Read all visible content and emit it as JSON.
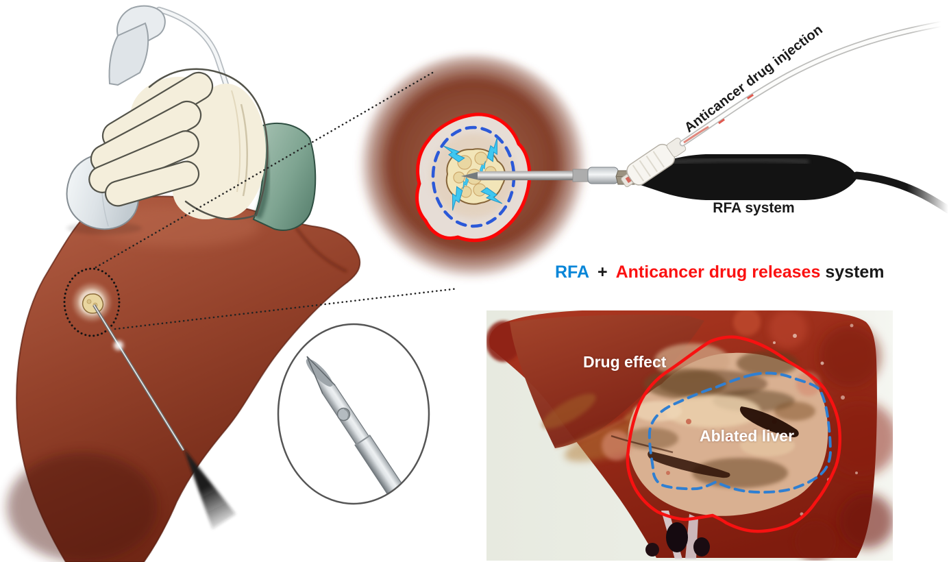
{
  "figure": {
    "labels": {
      "drug_injection": "Anticancer drug injection",
      "rfa_system": "RFA system",
      "combo_rfa": "RFA",
      "combo_plus": "+",
      "combo_drug": "Anticancer drug releases",
      "combo_suffix": "system",
      "drug_effect": "Drug effect",
      "ablated_liver": "Ablated liver"
    },
    "colors": {
      "combo_blue": "#0886d8",
      "combo_red": "#fb1111",
      "label_black": "#1a1a1a",
      "photo_label_white": "#ffffff",
      "photo_margin_red": "#f71111",
      "photo_dashed_blue": "#2f7fd2",
      "zoom_margin_red": "#fb0606",
      "zoom_dashed_blue": "#2b59d8",
      "rf_bolt_cyan": "#3ec7f0",
      "liver_brown": "#9a4730",
      "tumor_cream": "#ecd9a4",
      "sleeve_green": "#8fb2a2",
      "glove_cream": "#f4eedb"
    }
  }
}
